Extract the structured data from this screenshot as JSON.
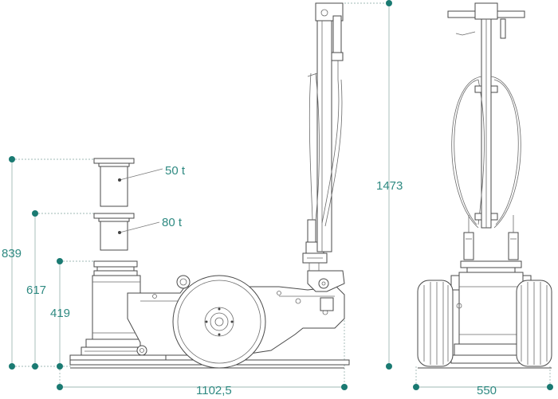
{
  "dimensions": {
    "height_total": "1473",
    "height_with_extension_50": "839",
    "height_with_extension_80": "617",
    "height_minimum": "419",
    "length": "1102,5",
    "width": "550"
  },
  "capacities": {
    "stage_1": "50 t",
    "stage_2": "80 t"
  },
  "colors": {
    "accent": "#1a7a72",
    "dimension_line": "#9fb8b4",
    "drawing_line": "#4a4a4a"
  }
}
